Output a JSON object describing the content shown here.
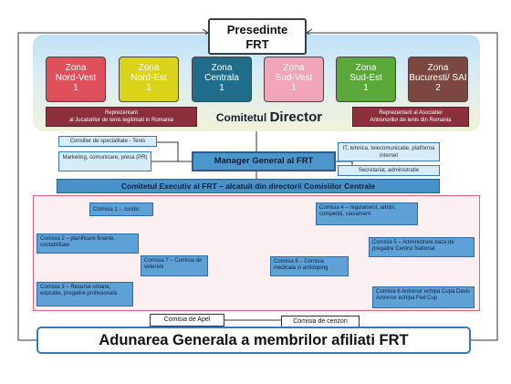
{
  "president": {
    "line1": "Presedinte",
    "line2": "FRT"
  },
  "zones": [
    {
      "name": "Zona",
      "sub": "Nord-Vest",
      "num": "1",
      "color": "#e0505a"
    },
    {
      "name": "Zona",
      "sub": "Nord-Est",
      "num": "1",
      "color": "#d9d41a"
    },
    {
      "name": "Zona",
      "sub": "Centrala",
      "num": "1",
      "color": "#1f6d8a"
    },
    {
      "name": "Zona",
      "sub": "Sud-Vest",
      "num": "1",
      "color": "#f0a6b8"
    },
    {
      "name": "Zona",
      "sub": "Sud-Est",
      "num": "1",
      "color": "#5aa83a"
    },
    {
      "name": "Zona",
      "sub": "Bucuresti/ SAI",
      "num": "2",
      "color": "#7a4840"
    }
  ],
  "rep_left": {
    "line1": "Reprezentant",
    "line2": "al Jucatorilor de tenis legitimati in Romania"
  },
  "rep_right": {
    "line1": "Reprezentant al Asociatiei",
    "line2": "Antrenorilor de tenis din Romania"
  },
  "comitetul": {
    "word1": "Comitetul",
    "word2": "Director"
  },
  "left_boxes": [
    "Consilier de specialitate - Tenis",
    "Marketing, comunicare, presa (PR)"
  ],
  "right_boxes": [
    "IT, tehnica, telecomunicatie, platforma internet",
    "Secretariat, administratie"
  ],
  "manager": "Manager General al FRT",
  "executive": "Comitetul Executiv al FRT – alcatuit din directorii Comisiilor Centrale",
  "commissions": [
    "Comisia 1 – Juridic",
    "Comisia 4 – regulament, arbitri, competitii, clasament",
    "Comisia 2 – planificare finante, contabilitate",
    "Comisia 5 – Administrare baza de pregatire Centrul National",
    "Comisia 7 – Comisia de veterani",
    "Comisia 8 – Comisia medicala si antidoping",
    "Comisia 3 – Resurse umane, educatie, pregatire profesionala",
    "Comisia 6 Antrenor echipa Cupa Davis Antrenor echipa Fed Cup"
  ],
  "apel": "Comisia de Apel",
  "cenzori": "Comisia de cenzori",
  "adunarea": "Adunarea Generala a membrilor afiliati FRT"
}
